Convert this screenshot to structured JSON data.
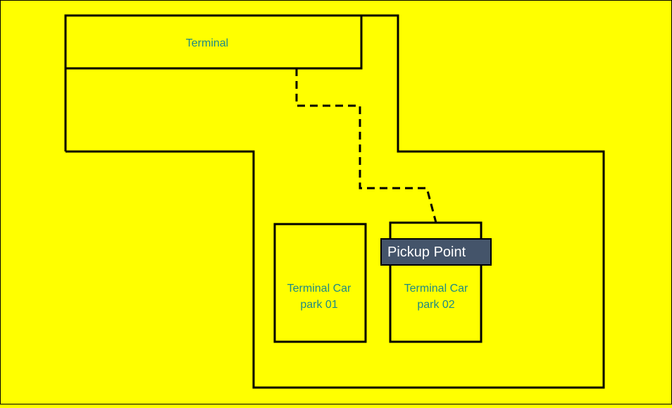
{
  "colors": {
    "background": "#ffff00",
    "outline": "#000000",
    "label_text": "#1f8a85",
    "pickup_fill": "#44546a",
    "pickup_text": "#ffffff"
  },
  "terminal": {
    "label": "Terminal"
  },
  "car_park_01": {
    "line1": "Terminal Car",
    "line2": "park 01"
  },
  "car_park_02": {
    "line1": "Terminal Car",
    "line2": "park 02"
  },
  "pickup": {
    "label": "Pickup Point"
  }
}
